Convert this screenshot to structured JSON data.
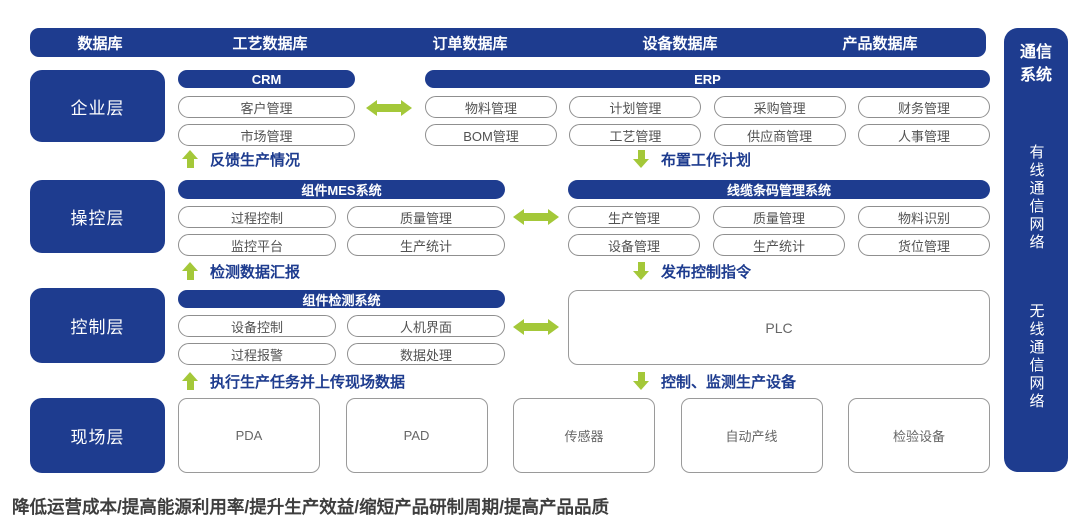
{
  "colors": {
    "navy": "#1e3c8f",
    "arrow_green": "#a4c839",
    "pill_border": "#8f8f8f",
    "pill_text": "#525252",
    "tagline_text": "#3e3e3e"
  },
  "top_bar": {
    "labels": [
      "数据库",
      "工艺数据库",
      "订单数据库",
      "设备数据库",
      "产品数据库"
    ]
  },
  "comm_sidebar": {
    "title": "通信系统",
    "wired": "有线通信网络",
    "wireless": "无线通信网络"
  },
  "layers": {
    "enterprise": "企业层",
    "operation": "操控层",
    "control": "控制层",
    "field": "现场层"
  },
  "enterprise": {
    "crm": {
      "title": "CRM",
      "pills": [
        "客户管理",
        "市场管理"
      ]
    },
    "erp": {
      "title": "ERP",
      "columns": [
        [
          "物料管理",
          "BOM管理"
        ],
        [
          "计划管理",
          "工艺管理"
        ],
        [
          "采购管理",
          "供应商管理"
        ],
        [
          "财务管理",
          "人事管理"
        ]
      ]
    }
  },
  "operation": {
    "mes": {
      "title": "组件MES系统",
      "columns": [
        [
          "过程控制",
          "监控平台"
        ],
        [
          "质量管理",
          "生产统计"
        ]
      ]
    },
    "cable": {
      "title": "线缆条码管理系统",
      "columns": [
        [
          "生产管理",
          "设备管理"
        ],
        [
          "质量管理",
          "生产统计"
        ],
        [
          "物料识别",
          "货位管理"
        ]
      ]
    }
  },
  "control": {
    "detect": {
      "title": "组件检测系统",
      "columns": [
        [
          "设备控制",
          "过程报警"
        ],
        [
          "人机界面",
          "数据处理"
        ]
      ]
    },
    "plc": "PLC"
  },
  "field": {
    "devices": [
      "PDA",
      "PAD",
      "传感器",
      "自动产线",
      "检验设备"
    ]
  },
  "flows": {
    "feedback": "反馈生产情况",
    "plan": "布置工作计划",
    "report": "检测数据汇报",
    "command": "发布控制指令",
    "execute": "执行生产任务并上传现场数据",
    "monitor": "控制、监测生产设备"
  },
  "tagline": "降低运营成本/提高能源利用率/提升生产效益/缩短产品研制周期/提高产品品质"
}
